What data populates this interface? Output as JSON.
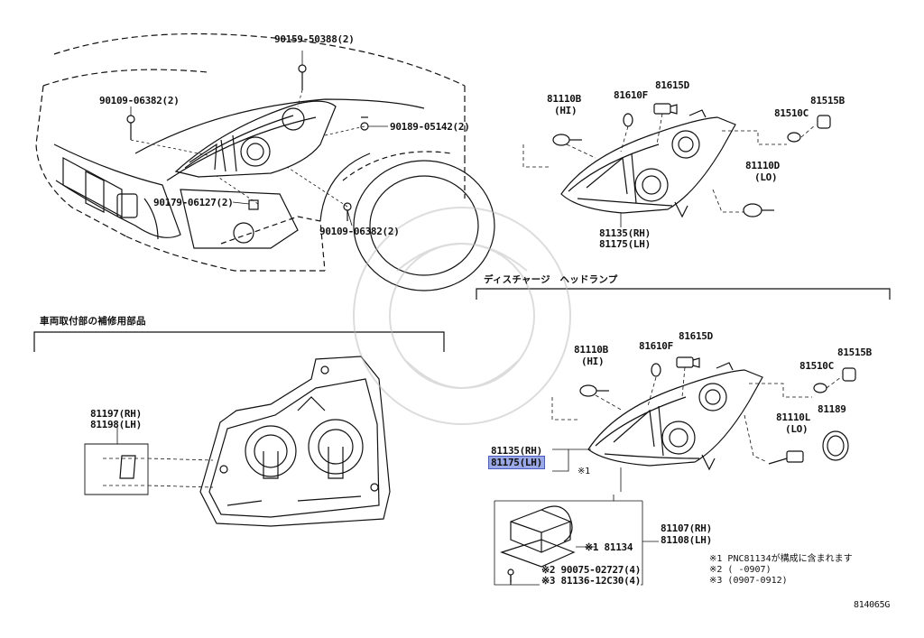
{
  "top_car": {
    "bolt_top": "90159-50388(2)",
    "bolt_left": "90109-06382(2)",
    "clip_right": "90189-05142(2)",
    "screw_lower": "90179-06127(2)",
    "bolt_lower": "90109-06382(2)"
  },
  "halogen_assy": {
    "bulb_hi_no": "81110B",
    "bulb_hi_tag": "(HI)",
    "socket": "81610F",
    "socket_d": "81615D",
    "side_bulb": "81510C",
    "side_socket": "81515B",
    "bulb_lo_no": "81110D",
    "bulb_lo_tag": "(LO)",
    "assy_rh": "81135(RH)",
    "assy_lh": "81175(LH)"
  },
  "discharge": {
    "section_title": "ディスチャージ　ヘッドランプ",
    "bulb_hi_no": "81110B",
    "bulb_hi_tag": "(HI)",
    "socket": "81610F",
    "socket_d": "81615D",
    "side_bulb": "81510C",
    "side_socket": "81515B",
    "bulb_lo_no": "81110L",
    "bulb_lo_tag": "(LO)",
    "cap": "81189",
    "assy_rh": "81135(RH)",
    "assy_lh": "81175(LH)",
    "assy_note": "※1",
    "ballast_rh": "81107(RH)",
    "ballast_lh": "81108(LH)",
    "ballast_computer": "※1 81134",
    "screw": "※2 90075-02727(4)",
    "gasket": "※3 81136-12C30(4)"
  },
  "repair_parts": {
    "section_title": "車両取付部の補修用部品",
    "bracket_rh": "81197(RH)",
    "bracket_lh": "81198(LH)"
  },
  "notes": {
    "n1": "※1 PNC81134が構成に含まれます",
    "n2": "※2 (      -0907)",
    "n3": "※3 (0907-0912)"
  },
  "diagram_id": "814065G"
}
